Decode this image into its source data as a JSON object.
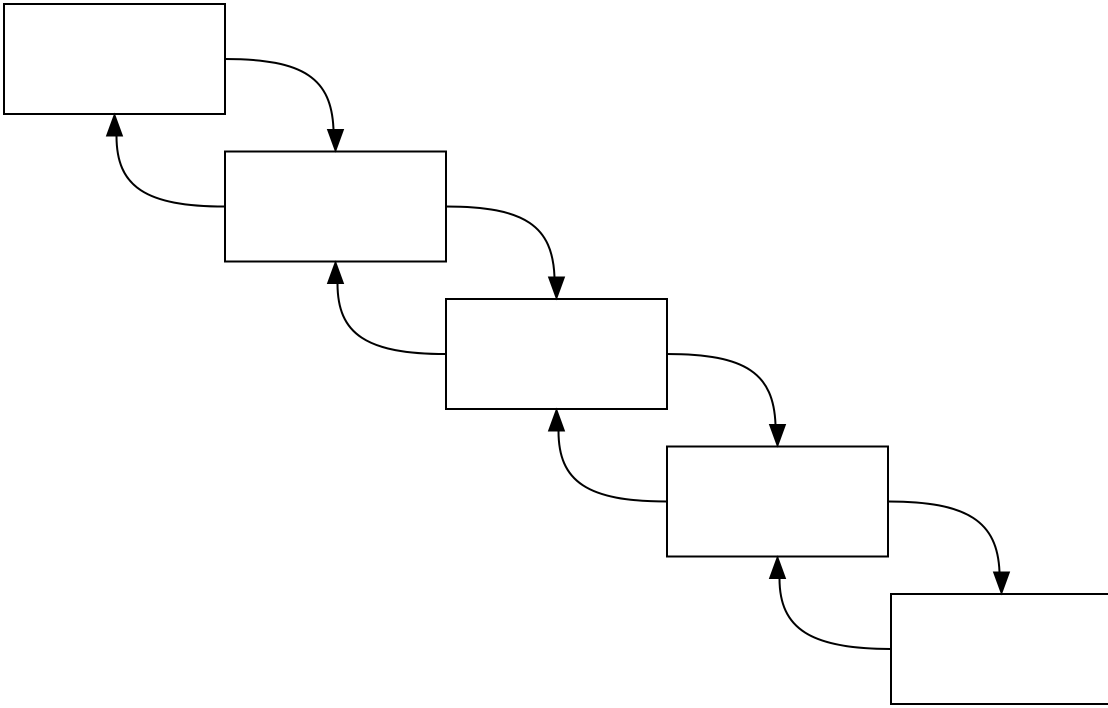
{
  "diagram": {
    "type": "waterfall-flow",
    "steps": [
      {
        "label": ""
      },
      {
        "label": ""
      },
      {
        "label": ""
      },
      {
        "label": ""
      },
      {
        "label": ""
      }
    ],
    "connections": [
      {
        "from": 0,
        "to": 1,
        "direction": "forward"
      },
      {
        "from": 1,
        "to": 0,
        "direction": "feedback"
      },
      {
        "from": 1,
        "to": 2,
        "direction": "forward"
      },
      {
        "from": 2,
        "to": 1,
        "direction": "feedback"
      },
      {
        "from": 2,
        "to": 3,
        "direction": "forward"
      },
      {
        "from": 3,
        "to": 2,
        "direction": "feedback"
      },
      {
        "from": 3,
        "to": 4,
        "direction": "forward"
      },
      {
        "from": 4,
        "to": 3,
        "direction": "feedback"
      }
    ],
    "colors": {
      "stroke": "#000000",
      "fill": "#ffffff",
      "background": "#ffffff"
    }
  }
}
